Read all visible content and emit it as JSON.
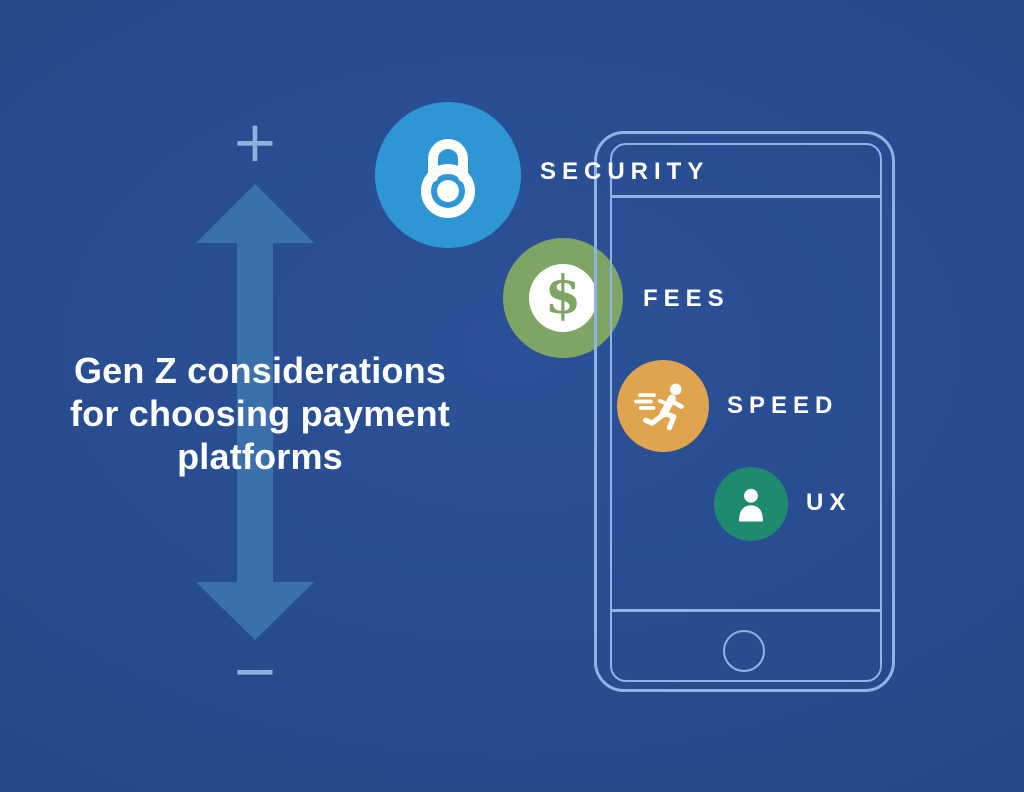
{
  "title": {
    "lines": [
      "Gen Z considerations",
      "for choosing payment",
      "platforms"
    ],
    "full": "Gen Z considerations for choosing payment platforms"
  },
  "axis": {
    "plus": "+",
    "minus": "−",
    "meaning": "vertical double-headed arrow ranking priority from high (+) to low (−)"
  },
  "items": [
    {
      "label": "SECURITY",
      "icon": "lock-icon",
      "color": "#2e96d4",
      "rank": 1
    },
    {
      "label": "FEES",
      "icon": "dollar-icon",
      "color": "#7ea563",
      "rank": 2,
      "icon_symbol": "$"
    },
    {
      "label": "SPEED",
      "icon": "runner-icon",
      "color": "#e0a44e",
      "rank": 3
    },
    {
      "label": "UX",
      "icon": "person-icon",
      "color": "#1e8a70",
      "rank": 4
    }
  ],
  "colors": {
    "background": "#264a8c",
    "arrow": "#3b70ac",
    "axis_glyphs": "#8cb2e0",
    "phone_outline": "#8fb3e3",
    "text": "#ffffff"
  }
}
